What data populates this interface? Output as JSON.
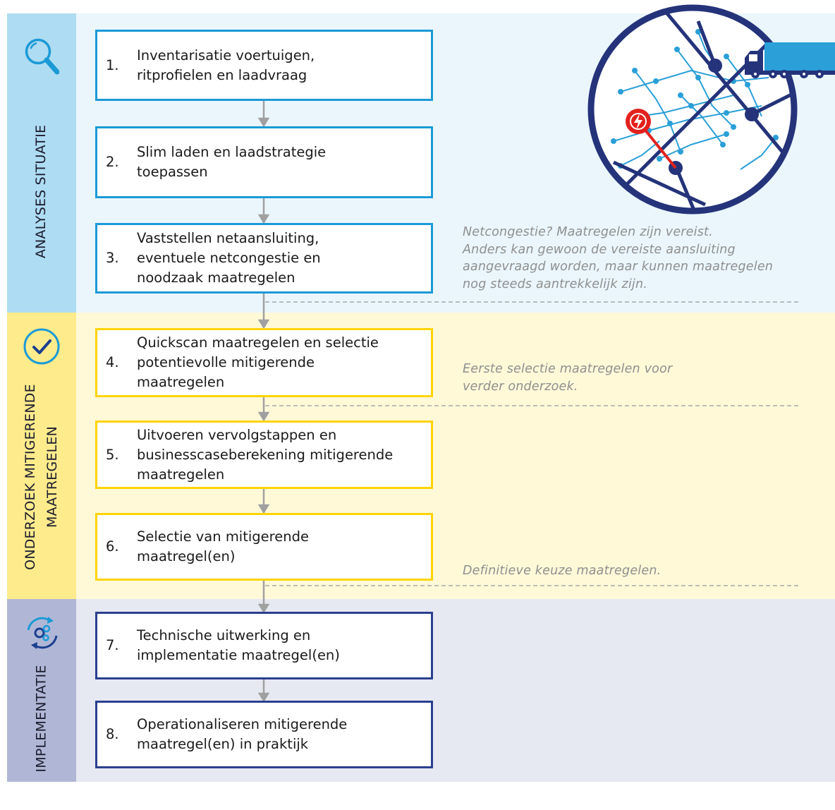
{
  "phases": [
    {
      "label": "ANALYSES SITUATIE",
      "icon": "magnifier-icon"
    },
    {
      "label": "ONDERZOEK MITIGERENDE\nMAATREGELEN",
      "icon": "checkmark-circle-icon"
    },
    {
      "label": "IMPLEMENTATIE",
      "icon": "gears-cycle-icon"
    }
  ],
  "steps": [
    {
      "number": "1.",
      "text": "Inventarisatie voertuigen, ritprofielen en laadvraag"
    },
    {
      "number": "2.",
      "text": "Slim laden en laadstrategie toepassen"
    },
    {
      "number": "3.",
      "text": "Vaststellen netaansluiting, eventuele netcongestie en noodzaak maatregelen"
    },
    {
      "number": "4.",
      "text": "Quickscan maatregelen en selectie potentievolle mitigerende maatregelen"
    },
    {
      "number": "5.",
      "text": "Uitvoeren vervolgstappen en businesscaseberekening mitigerende maatregelen"
    },
    {
      "number": "6.",
      "text": "Selectie van mitigerende maatregel(en)"
    },
    {
      "number": "7.",
      "text": "Technische uitwerking en implementatie maatregel(en)"
    },
    {
      "number": "8.",
      "text": "Operationaliseren mitigerende maatregel(en) in praktijk"
    }
  ],
  "notes": [
    "Netcongestie? Maatregelen zijn vereist.\nAnders kan gewoon de vereiste aansluiting\naangevraagd worden, maar kunnen maatregelen\nnog steeds aantrekkelijk zijn.",
    "Eerste selectie maatregelen voor\nverder onderzoek.",
    "Definitieve keuze maatregelen."
  ],
  "illustration": {
    "icon": "grid-network-truck-icon"
  },
  "colors": {
    "analysis_side": "#aedcf2",
    "analysis_bg": "#eaf6fc",
    "research_side": "#fdeb8c",
    "research_bg": "#fff9d8",
    "implementation_side": "#b0b7d6",
    "implementation_bg": "#e7e9f2",
    "blue_border": "#1b9ad6",
    "yellow_border": "#ffd400",
    "navy_border": "#2b3f8f",
    "arrow": "#9e9e9e",
    "note_text": "#8f8f8f"
  }
}
